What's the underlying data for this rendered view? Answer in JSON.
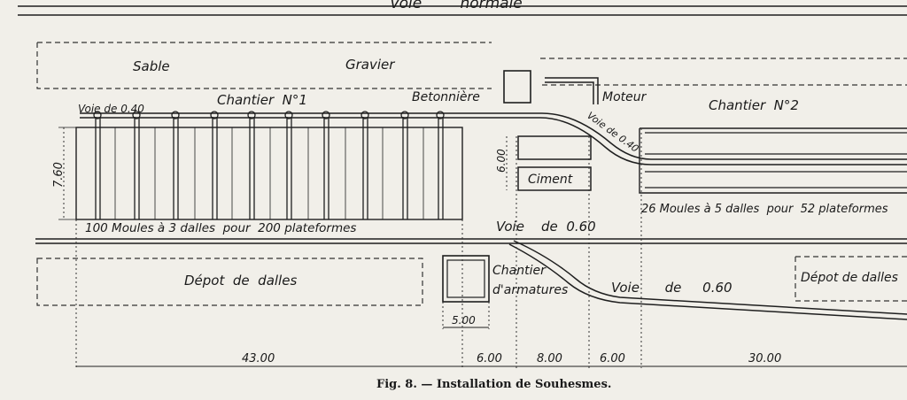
{
  "labels": {
    "voie_normale": "Voie        normale",
    "sable": "Sable",
    "gravier": "Gravier",
    "chantier1": "Chantier  N°1",
    "voie040_left": "Voie de 0.40",
    "betonniere": "Betonnière",
    "moteur": "Moteur",
    "voie040_diag": "Voie de 0.40",
    "chantier2": "Chantier  N°2",
    "dim_760": "7.60",
    "dim_600v": "6.00",
    "ciment": "Ciment",
    "moules100": "100 Moules à 3 dalles  pour  200 plateformes",
    "moules26": "26 Moules à 5 dalles  pour  52 plateformes",
    "voie060_top": "Voie    de  0.60",
    "voie060_bottom": "Voie      de     0.60",
    "depot_left": "Dépot  de  dalles",
    "chantier_armatures_1": "Chantier",
    "chantier_armatures_2": "d'armatures",
    "depot_right": "Dépot de dalles",
    "dim_500": "5.00",
    "dim_4300": "43.00",
    "dim_600a": "6.00",
    "dim_800": "8.00",
    "dim_600b": "6.00",
    "dim_3000": "30.00"
  },
  "caption": {
    "figure": "Fig. 8. — Installation de Souhesmes."
  }
}
